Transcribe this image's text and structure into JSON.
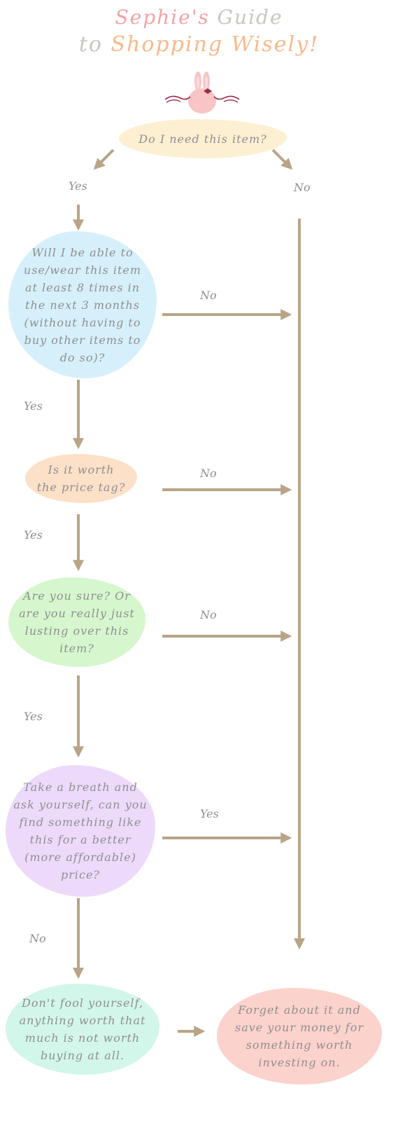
{
  "title": {
    "line1_a": "Sephie's",
    "line1_b": "Guide",
    "line2_a": "to",
    "line2_b": "Shopping Wisely!"
  },
  "nodes": {
    "start": "Do I need this item?",
    "q_use": "Will I be able to use/wear this item at least 8 times in the next 3 months (without having to buy other items to do so)?",
    "q_worth": "Is it worth the price tag?",
    "q_sure": "Are you sure? Or are you really just lusting over this item?",
    "q_breath": "Take a breath and ask yourself, can you find something like this for a better (more affordable) price?",
    "end_fool": "Don't fool yourself, anything worth that much is not worth buying at all.",
    "end_forget": "Forget about it and save your money for something worth investing on."
  },
  "labels": {
    "start_yes": "Yes",
    "start_no": "No",
    "use_yes": "Yes",
    "use_no": "No",
    "worth_yes": "Yes",
    "worth_no": "No",
    "sure_yes": "Yes",
    "sure_no": "No",
    "breath_yes": "Yes",
    "breath_no": "No"
  },
  "colors": {
    "arrow": "#b9a487",
    "start": "#fdf0d2",
    "q_use": "#d6f0fb",
    "q_worth": "#fde0c8",
    "q_sure": "#d6f7cd",
    "q_breath": "#eddafb",
    "end_fool": "#d3f6ea",
    "end_forget": "#fcd2cc"
  }
}
